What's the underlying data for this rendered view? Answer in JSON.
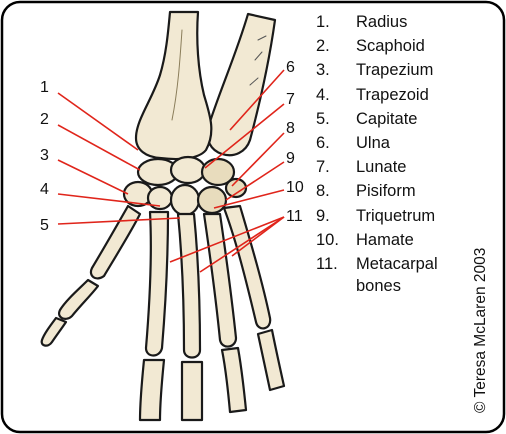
{
  "figure": {
    "credit": "© Teresa McLaren 2003",
    "legend": [
      {
        "num": "1.",
        "name": "Radius"
      },
      {
        "num": "2.",
        "name": "Scaphoid"
      },
      {
        "num": "3.",
        "name": "Trapezium"
      },
      {
        "num": "4.",
        "name": "Trapezoid"
      },
      {
        "num": "5.",
        "name": "Capitate"
      },
      {
        "num": "6.",
        "name": "Ulna"
      },
      {
        "num": "7.",
        "name": "Lunate"
      },
      {
        "num": "8.",
        "name": "Pisiform"
      },
      {
        "num": "9.",
        "name": "Triquetrum"
      },
      {
        "num": "10.",
        "name": "Hamate"
      },
      {
        "num": "11.",
        "name": "Metacarpal",
        "name_cont": "bones"
      }
    ],
    "callouts": [
      "1",
      "2",
      "3",
      "4",
      "5",
      "6",
      "7",
      "8",
      "9",
      "10",
      "11"
    ]
  },
  "colors": {
    "bone_fill": "#f2e9d3",
    "bone_shade": "#ddd0b0",
    "outline": "#1a1a1a",
    "leader_line": "#e0251b",
    "label_text": "#111111",
    "border": "#000000"
  }
}
